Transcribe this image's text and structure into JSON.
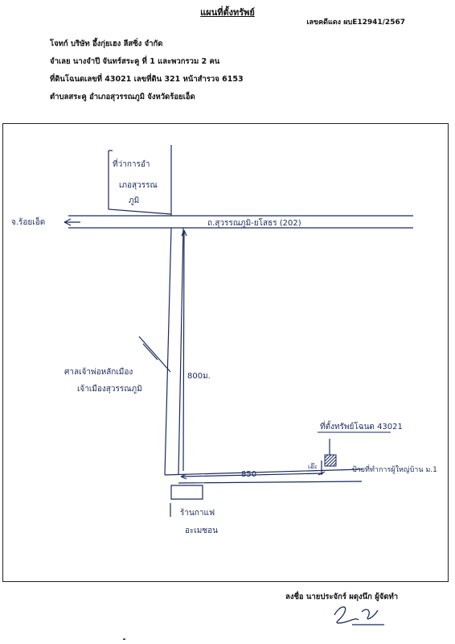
{
  "header": {
    "title": "แผนที่ตั้งทรัพย์",
    "reference": "เลขคดีแดง ผบE12941/2567",
    "lines": [
      "โจทก์ บริษัท อึ้งกุ่ยเฮง ลีสซิ่ง จำกัด",
      "จำเลย นางจำปี จันทร์สระคู ที่ 1 และพวกรวม 2 คน",
      "ที่ดินโฉนดเลขที่ 43021 เลขที่ดิน 321  หน้าสำรวจ 6153",
      "ตำบลสระคู อำเภอสุวรรณภูมิ จังหวัดร้อยเอ็ด"
    ]
  },
  "map": {
    "district_office": [
      "ที่ว่าการอำ",
      "เภอสุวรรณ",
      "ภูมิ"
    ],
    "direction_left": "จ.ร้อยเอ็ด",
    "highway_label": "ถ.สุวรรณภูมิ-ยโสธร (202)",
    "shrine_label": [
      "ศาลเจ้าพ่อหลักเมือง",
      "เจ้าเมืองสุวรรณภูมิ"
    ],
    "distance_vertical": "800ม.",
    "property_label": "ที่ตั้งทรัพย์โฉนด 43021",
    "distance_horizontal": "850",
    "marker_label": "เอ๊ะ",
    "village_office_label": "ป้ายที่ทำการผู้ใหญ่บ้าน ม.1",
    "landmark_label": [
      "ร้านกาแฟ",
      "อะเมซอน"
    ]
  },
  "footer": {
    "signature_line": "ลงชื่อ นายประจักร์ ผดุงนึก ผู้จัดทำ"
  }
}
